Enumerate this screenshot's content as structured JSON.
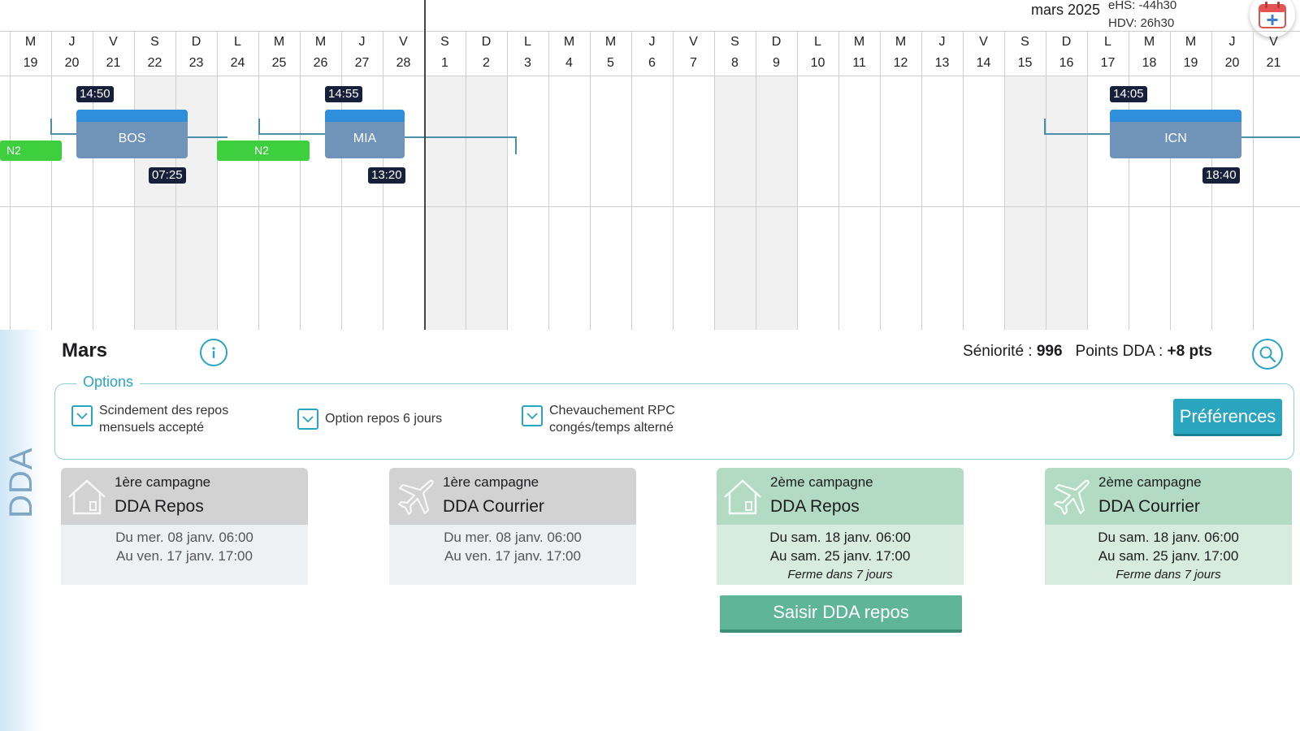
{
  "header": {
    "month_label": "mars 2025",
    "ehs": "eHS: -44h30",
    "hdv": "HDV: 26h30",
    "calendar_icon": "calendar-add-icon"
  },
  "days": [
    {
      "l": "M",
      "n": "19"
    },
    {
      "l": "J",
      "n": "20"
    },
    {
      "l": "V",
      "n": "21"
    },
    {
      "l": "S",
      "n": "22"
    },
    {
      "l": "D",
      "n": "23"
    },
    {
      "l": "L",
      "n": "24"
    },
    {
      "l": "M",
      "n": "25"
    },
    {
      "l": "M",
      "n": "26"
    },
    {
      "l": "J",
      "n": "27"
    },
    {
      "l": "V",
      "n": "28"
    },
    {
      "l": "S",
      "n": "1"
    },
    {
      "l": "D",
      "n": "2"
    },
    {
      "l": "L",
      "n": "3"
    },
    {
      "l": "M",
      "n": "4"
    },
    {
      "l": "M",
      "n": "5"
    },
    {
      "l": "J",
      "n": "6"
    },
    {
      "l": "V",
      "n": "7"
    },
    {
      "l": "S",
      "n": "8"
    },
    {
      "l": "D",
      "n": "9"
    },
    {
      "l": "L",
      "n": "10"
    },
    {
      "l": "M",
      "n": "11"
    },
    {
      "l": "M",
      "n": "12"
    },
    {
      "l": "J",
      "n": "13"
    },
    {
      "l": "V",
      "n": "14"
    },
    {
      "l": "S",
      "n": "15"
    },
    {
      "l": "D",
      "n": "16"
    },
    {
      "l": "L",
      "n": "17"
    },
    {
      "l": "M",
      "n": "18"
    },
    {
      "l": "M",
      "n": "19"
    },
    {
      "l": "J",
      "n": "20"
    },
    {
      "l": "V",
      "n": "21"
    }
  ],
  "flights": [
    {
      "code": "BOS",
      "dep": "14:50",
      "arr": "07:25"
    },
    {
      "code": "MIA",
      "dep": "14:55",
      "arr": "13:20"
    },
    {
      "code": "ICN",
      "dep": "14:05",
      "arr": "18:40"
    }
  ],
  "reserves": [
    "N2",
    "N2"
  ],
  "panel": {
    "side_label": "DDA",
    "title": "Mars",
    "seniority_label": "Séniorité : ",
    "seniority_value": "996",
    "points_label": "Points DDA : ",
    "points_value": "+8 pts",
    "options_title": "Options",
    "options": [
      {
        "line1": "Scindement des repos",
        "line2": "mensuels accepté"
      },
      {
        "line1": "Option repos 6 jours",
        "line2": ""
      },
      {
        "line1": "Chevauchement RPC",
        "line2": "congés/temps alterné"
      }
    ],
    "preferences_button": "Préférences",
    "campaigns": [
      {
        "sub": "1ère campagne",
        "title": "DDA Repos",
        "icon": "house-icon",
        "from": "Du mer. 08 janv. 06:00",
        "to": "Au ven. 17 janv. 17:00",
        "note": ""
      },
      {
        "sub": "1ère campagne",
        "title": "DDA Courrier",
        "icon": "airplane-icon",
        "from": "Du mer. 08 janv. 06:00",
        "to": "Au ven. 17 janv. 17:00",
        "note": ""
      },
      {
        "sub": "2ème campagne",
        "title": "DDA Repos",
        "icon": "house-icon",
        "from": "Du sam. 18 janv. 06:00",
        "to": "Au sam. 25 janv. 17:00",
        "note": "Ferme dans 7 jours"
      },
      {
        "sub": "2ème campagne",
        "title": "DDA Courrier",
        "icon": "airplane-icon",
        "from": "Du sam. 18 janv. 06:00",
        "to": "Au sam. 25 janv. 17:00",
        "note": "Ferme dans 7 jours"
      }
    ],
    "saisir_button": "Saisir DDA repos"
  },
  "colors": {
    "accent": "#2aa5c0",
    "flight_block": "#6f93b9",
    "flight_top": "#2f8fdd",
    "reserve_green": "#3dcf3d",
    "campaign_open": "#b3dbc3",
    "campaign_closed": "#d2d2d2",
    "submit_green": "#5fb597"
  }
}
